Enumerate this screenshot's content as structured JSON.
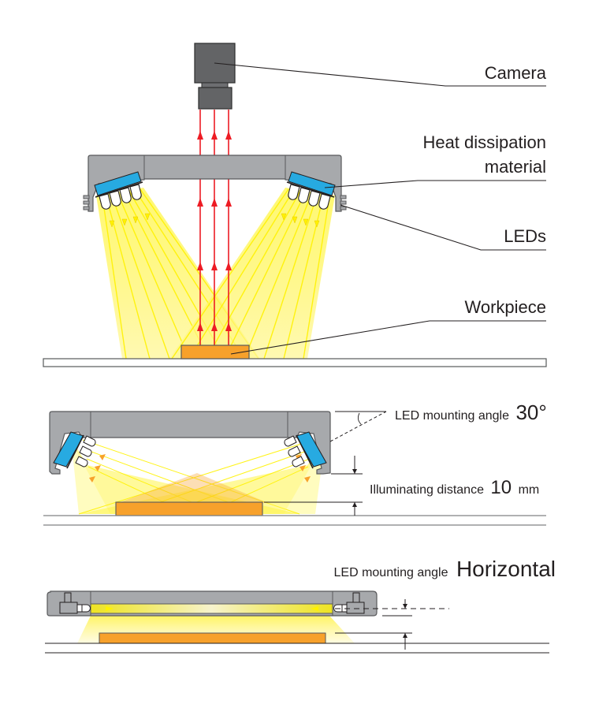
{
  "diagram": {
    "title": "Ring light illumination principle",
    "colors": {
      "housing": "#a7a9ac",
      "housing_stroke": "#58595b",
      "camera": "#636466",
      "heat_sink": "#27aae1",
      "light": "#fff200",
      "light_soft": "#fff799",
      "reflected_ray": "#ed1c24",
      "workpiece": "#f7a12b",
      "line": "#231f20"
    },
    "panel1": {
      "labels": {
        "camera": "Camera",
        "heat_dissipation_line1": "Heat dissipation",
        "heat_dissipation_line2": "material",
        "leds": "LEDs",
        "workpiece": "Workpiece"
      }
    },
    "panel2": {
      "angle_label": "LED mounting angle",
      "angle_value": "30°",
      "distance_label": "Illuminating distance",
      "distance_value": "10",
      "distance_unit": "mm"
    },
    "panel3": {
      "angle_label": "LED mounting angle",
      "angle_value": "Horizontal"
    }
  }
}
